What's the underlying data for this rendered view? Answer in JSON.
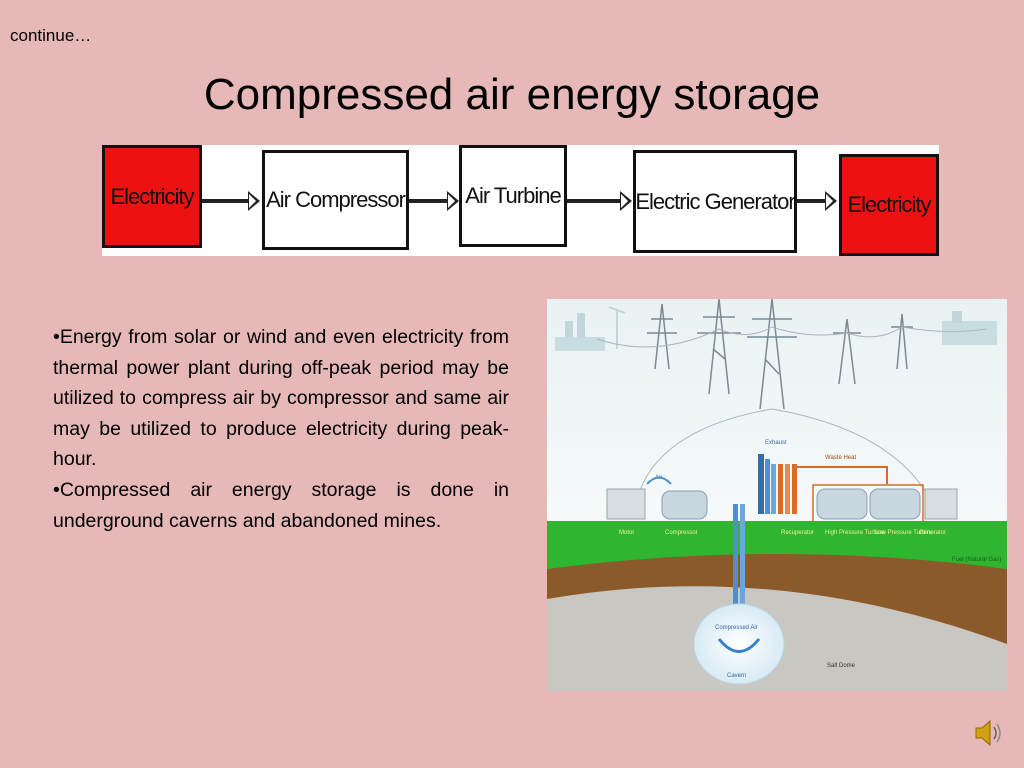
{
  "header": {
    "continue_label": "continue…",
    "title": "Compressed air energy storage"
  },
  "flow": {
    "steps": [
      {
        "label": "Electricity",
        "fill": "#ee1111"
      },
      {
        "label": "Air Compressor",
        "fill": "#ffffff"
      },
      {
        "label": "Air Turbine",
        "fill": "#ffffff"
      },
      {
        "label": "Electric Generator",
        "fill": "#ffffff"
      },
      {
        "label": "Electricity",
        "fill": "#ee1111"
      }
    ]
  },
  "body": {
    "bullets": [
      "•Energy from solar or wind and even electricity from thermal power plant during off-peak period may be utilized to compress air by compressor and same air may be utilized to produce electricity during peak-hour.",
      "•Compressed air energy storage is done in underground caverns and abandoned mines."
    ]
  },
  "illustration": {
    "labels": {
      "exhaust": "Exhaust",
      "waste_heat": "Waste Heat",
      "air": "Air",
      "motor": "Motor",
      "compressor": "Compressor",
      "recuperator": "Recuperator",
      "hp_turbine": "High Pressure Turbine",
      "lp_turbine": "Low Pressure Turbine",
      "generator": "Generator",
      "fuel": "Fuel (Natural Gas)",
      "compressed_air": "Compressed Air",
      "cavern": "Cavern",
      "salt_dome": "Salt Dome"
    }
  },
  "media": {
    "icon": "speaker-icon"
  }
}
